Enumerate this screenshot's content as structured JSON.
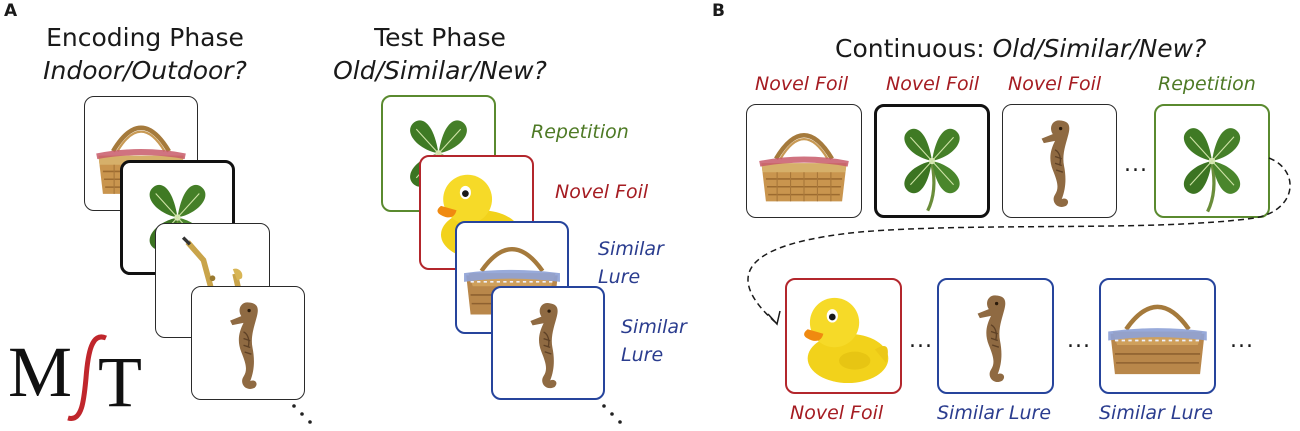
{
  "panel_a": {
    "letter": "A",
    "encoding": {
      "title": "Encoding Phase",
      "question": "Indoor/Outdoor?"
    },
    "test": {
      "title": "Test Phase",
      "question": "Old/Similar/New?",
      "labels": {
        "repetition": "Repetition",
        "novel_foil": "Novel Foil",
        "similar_lure_1": "Similar Lure",
        "similar_lure_2": "Similar Lure"
      }
    },
    "logo": {
      "left": "M",
      "right": "T"
    }
  },
  "panel_b": {
    "letter": "B",
    "title": "Continuous: ",
    "question": "Old/Similar/New?",
    "top_labels": [
      "Novel Foil",
      "Novel Foil",
      "Novel Foil",
      "Repetition"
    ],
    "bottom_labels": [
      "Novel Foil",
      "Similar Lure",
      "Similar Lure"
    ],
    "ellipsis": "..."
  },
  "colors": {
    "novel_foil": "#a51c22",
    "repetition": "#4e7a25",
    "similar_lure": "#2b3d8f"
  },
  "icons": [
    "picnic-basket",
    "four-leaf-clover",
    "saxophone",
    "seahorse",
    "rubber-duck",
    "logo-mst"
  ]
}
